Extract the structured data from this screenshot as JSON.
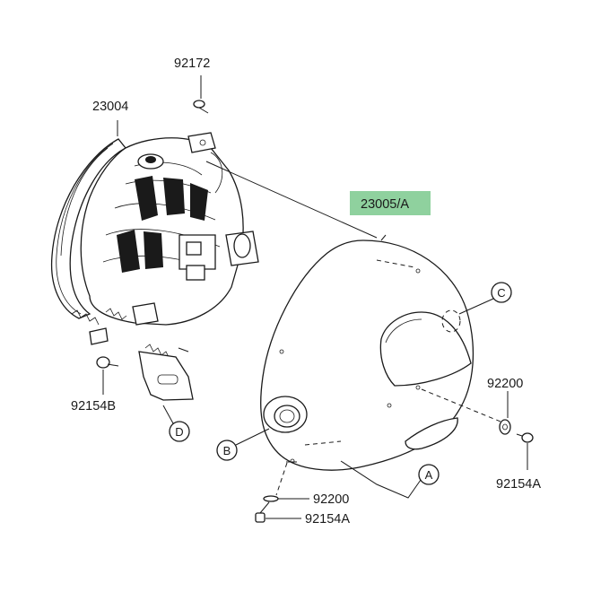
{
  "parts": {
    "p92172": "92172",
    "p23004": "23004",
    "p23005A": "23005/A",
    "p92154B": "92154B",
    "p92200_right": "92200",
    "p92154A_right": "92154A",
    "p92200_bottom": "92200",
    "p92154A_bottom": "92154A"
  },
  "callouts": {
    "A": "A",
    "B": "B",
    "C": "C",
    "D": "D"
  },
  "highlight": {
    "color": "#8fd19e"
  }
}
